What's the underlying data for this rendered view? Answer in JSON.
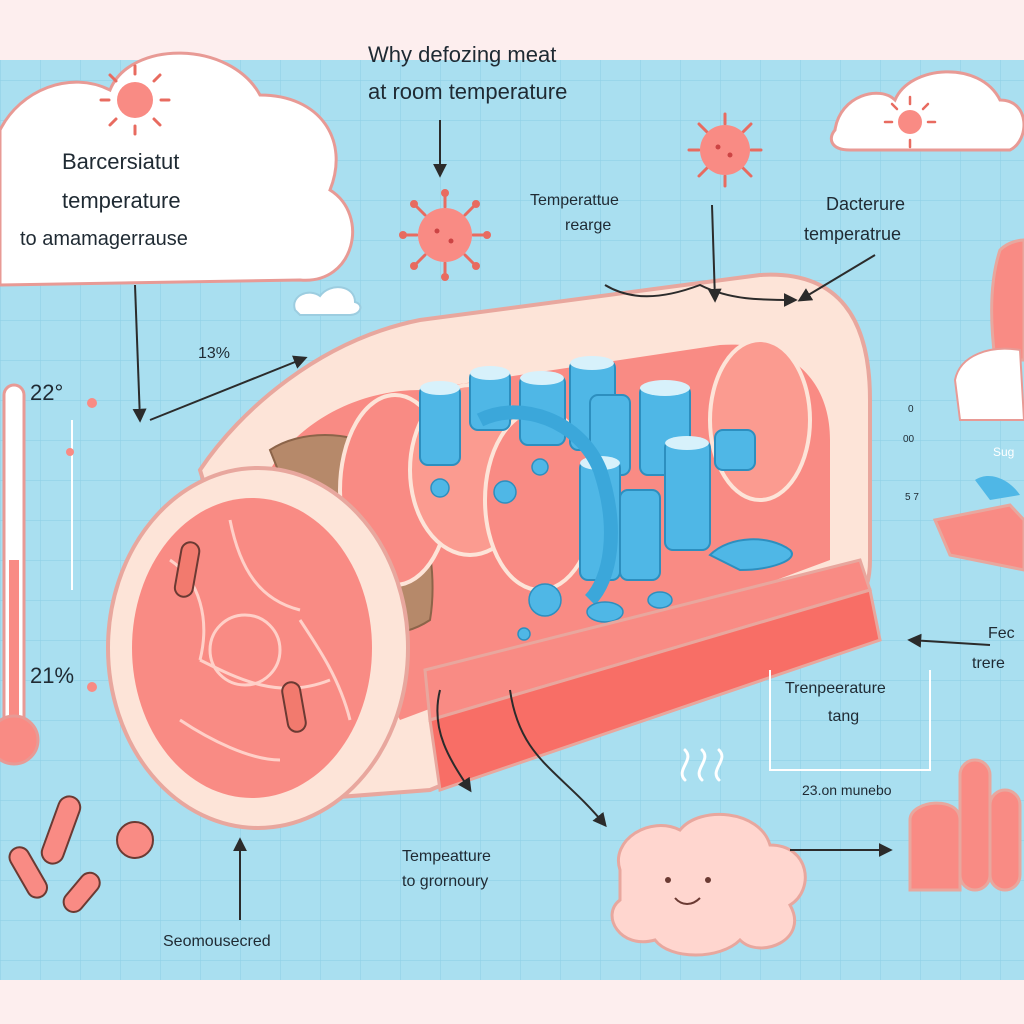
{
  "title": {
    "line1": "Why defozing meat",
    "line2": "at room temperature"
  },
  "cloud_left": {
    "line1": "Barcersiatut",
    "line2": "temperature",
    "line3": "to amamagerrause"
  },
  "labels": {
    "temp_range": [
      "Temperattue",
      "rearge"
    ],
    "bacteria_temp": [
      "Dacterure",
      "temperatrue"
    ],
    "percent_13": "13%",
    "thermo_top": "22°",
    "thermo_bottom": "21%",
    "temp_gronnoury": [
      "Tempeatture",
      "to grornoury"
    ],
    "seomoused": "Seomousecred",
    "temp_tang": [
      "Trenpeerature",
      "tang"
    ],
    "on_munebo": "23.on munebo",
    "food_trere": [
      "Fec",
      "trere"
    ],
    "sug": "Sug",
    "right_scale": [
      "0",
      "00",
      "5 7"
    ]
  },
  "colors": {
    "background": "#a9dff0",
    "grid": "#8fd0e6",
    "meat": "#f98b84",
    "meat_light": "#ffb3a9",
    "fat": "#fde4d8",
    "ice": "#4fb7e6",
    "bacteria": "#f27a6e",
    "ink": "#1f2a33"
  }
}
